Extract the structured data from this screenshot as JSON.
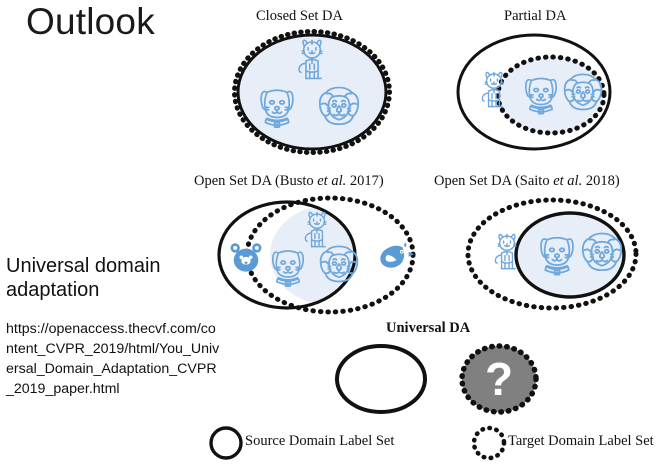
{
  "slide": {
    "title": "Outlook",
    "heading": "Universal domain adaptation",
    "url": "https://openaccess.thecvf.com/content_CVPR_2019/html/You_Universal_Domain_Adaptation_CVPR_2019_paper.html"
  },
  "colors": {
    "icon_blue": "#5B9BD5",
    "icon_blue_outline": "#6FA8DC",
    "shade_fill": "#E8EEF7",
    "stroke_black": "#111111",
    "unknown_gray": "#808080",
    "text_black": "#111111",
    "background": "#FFFFFF"
  },
  "panels": [
    {
      "id": "closed-set-da",
      "label": "Closed Set DA",
      "label_bold": false,
      "citation": "",
      "description": "Source and target label sets fully overlap: one shaded ellipse outlined by both a solid source boundary and a dotted target boundary.",
      "icons": [
        "tiger",
        "dog",
        "lion"
      ],
      "shared_icons": [
        "tiger",
        "dog",
        "lion"
      ],
      "source_only_icons": [],
      "target_only_icons": []
    },
    {
      "id": "partial-da",
      "label": "Partial DA",
      "label_bold": false,
      "citation": "",
      "description": "Target label set is a subset of the source label set: dotted shaded ellipse nested inside a larger solid ellipse.",
      "icons": [
        "tiger",
        "dog",
        "lion"
      ],
      "shared_icons": [
        "dog",
        "lion"
      ],
      "source_only_icons": [
        "tiger"
      ],
      "target_only_icons": []
    },
    {
      "id": "open-set-da-busto",
      "label": "Open Set DA (Busto et al. 2017)",
      "label_prefix": "Open Set DA (Busto ",
      "label_italic": "et al.",
      "label_suffix": " 2017)",
      "label_bold": false,
      "description": "Source and target label sets partially overlap: solid ellipse and dotted ellipse intersect, the intersection is shaded.",
      "icons": [
        "bear",
        "tiger",
        "dog",
        "lion",
        "bird"
      ],
      "shared_icons": [
        "tiger",
        "dog",
        "lion"
      ],
      "source_only_icons": [
        "bear"
      ],
      "target_only_icons": [
        "bird"
      ]
    },
    {
      "id": "open-set-da-saito",
      "label": "Open Set DA (Saito et al. 2018)",
      "label_prefix": "Open Set DA (Saito ",
      "label_italic": "et al.",
      "label_suffix": " 2018)",
      "label_bold": false,
      "description": "Source label set is a subset of the target label set: solid shaded ellipse nested inside a larger dotted ellipse.",
      "icons": [
        "tiger",
        "dog",
        "lion"
      ],
      "shared_icons": [
        "dog",
        "lion"
      ],
      "source_only_icons": [],
      "target_only_icons": [
        "tiger"
      ]
    },
    {
      "id": "universal-da",
      "label": "Universal DA",
      "label_bold": true,
      "description": "Relationship between source and target label sets is unknown: an empty solid circle and a dotted gray circle marked with a question mark.",
      "icons": [],
      "unknown_marker": "?"
    }
  ],
  "legend": {
    "items": [
      {
        "id": "source-domain-label-set",
        "label": "Source Domain Label Set",
        "marker": "solid-circle-icon"
      },
      {
        "id": "target-domain-label-set",
        "label": "Target Domain Label Set",
        "marker": "dotted-circle-icon"
      }
    ]
  }
}
